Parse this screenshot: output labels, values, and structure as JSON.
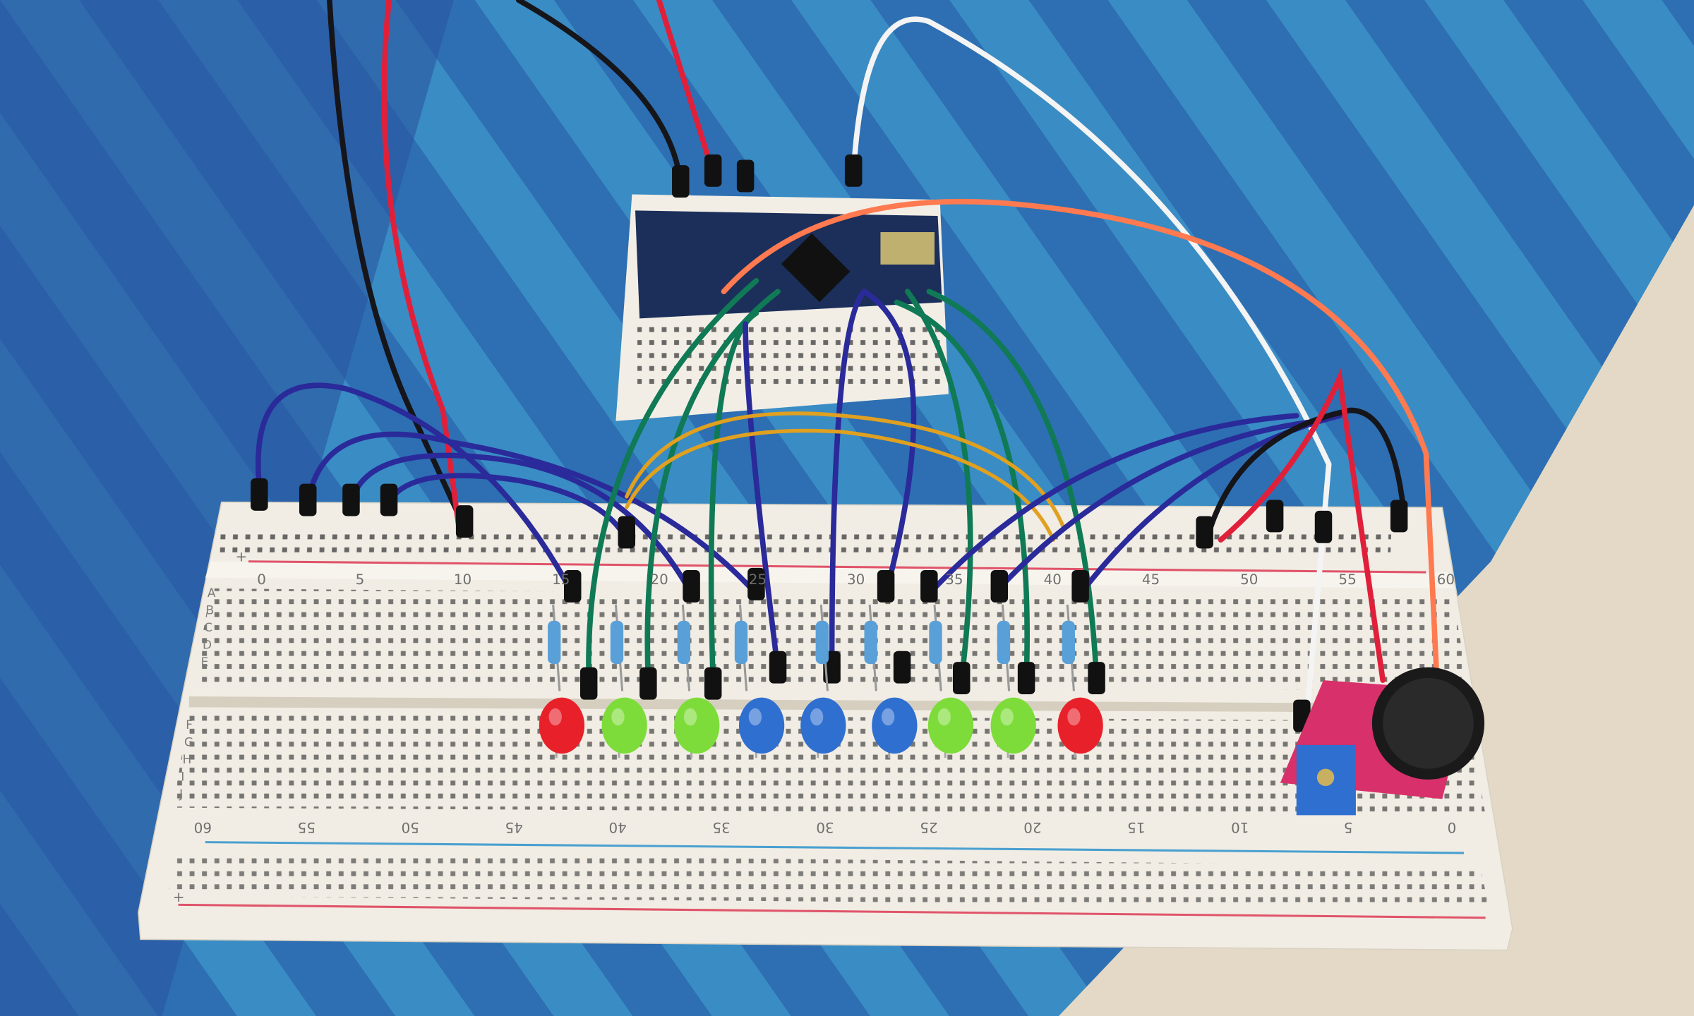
{
  "scene": {
    "subject": "breadboard",
    "colors": {
      "cloth_blue": "#2f7fb8",
      "cloth_dark": "#234f9a",
      "cloth_light": "#4aa7d4",
      "cloth_beige": "#e6dccb",
      "breadboard": "#f2eee6",
      "rail_red": "#e0546a",
      "rail_blue": "#4aa0d0",
      "arduino": "#1c2f5a"
    }
  },
  "breadboard": {
    "top_numbers": [
      "0",
      "5",
      "10",
      "15",
      "20",
      "25",
      "30",
      "35",
      "40",
      "45",
      "50",
      "55",
      "60"
    ],
    "bottom_numbers": [
      "60",
      "55",
      "50",
      "45",
      "40",
      "35",
      "30",
      "25",
      "20",
      "15",
      "10",
      "5",
      "0"
    ],
    "rows_top": [
      "A",
      "B",
      "C",
      "D",
      "E"
    ],
    "rows_bottom": [
      "F",
      "G",
      "H",
      "I",
      "J"
    ],
    "rail_plus": "+",
    "rail_minus": "-"
  },
  "leds": [
    {
      "color": "#e8202a"
    },
    {
      "color": "#7edc3a"
    },
    {
      "color": "#7edc3a"
    },
    {
      "color": "#2f6fd0"
    },
    {
      "color": "#2f6fd0"
    },
    {
      "color": "#2f6fd0"
    },
    {
      "color": "#7edc3a"
    },
    {
      "color": "#7edc3a"
    },
    {
      "color": "#e8202a"
    }
  ],
  "wires": {
    "black": "#15151a",
    "red": "#e0203a",
    "white": "#f4f4f4",
    "orange": "#ff7a50",
    "green": "#0f7a55",
    "purple": "#2a2a9a",
    "yellow": "#e0a020"
  }
}
